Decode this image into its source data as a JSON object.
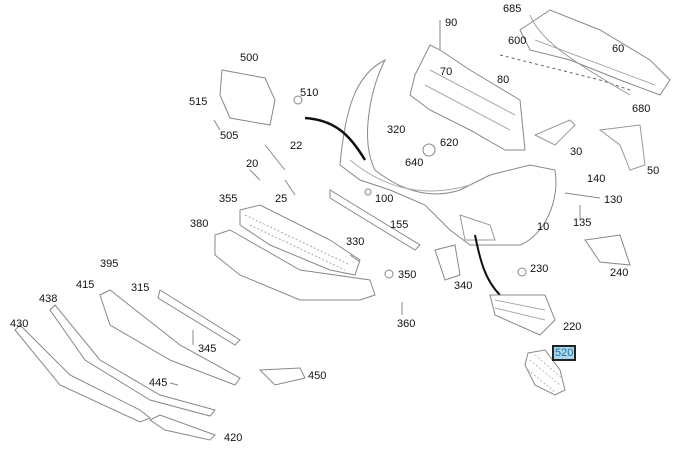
{
  "diagram": {
    "highlighted_part": "520",
    "highlight_color": "#a8d8ee",
    "labels": [
      "685",
      "90",
      "600",
      "60",
      "70",
      "80",
      "680",
      "500",
      "510",
      "515",
      "505",
      "320",
      "620",
      "640",
      "22",
      "30",
      "50",
      "20",
      "25",
      "140",
      "130",
      "100",
      "355",
      "155",
      "135",
      "10",
      "380",
      "330",
      "350",
      "230",
      "240",
      "395",
      "415",
      "315",
      "340",
      "438",
      "360",
      "220",
      "430",
      "345",
      "520",
      "445",
      "450",
      "420"
    ]
  }
}
